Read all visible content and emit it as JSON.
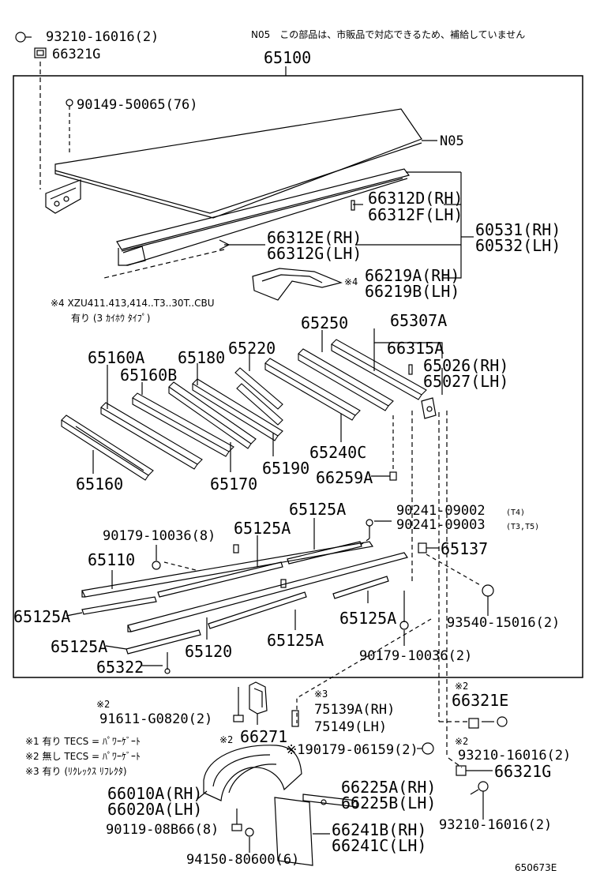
{
  "note_top": "N05　この部品は、市販品で対応できるため、補給していません",
  "note_xzu_1": "※4 XZU411.413,414..T3..30T..CBU",
  "note_xzu_2": "有り (3 ｶｲﾎｳ ﾀｲﾌﾟ)",
  "legend": [
    "※1 有り TECS = ﾊﾟﾜｰｹﾞｰﾄ",
    "※2 無し TECS = ﾊﾟﾜｰｹﾞｰﾄ",
    "※3 有り (ﾘｸﾚｯｸｽ ﾘﾌﾚｸﾀ)"
  ],
  "figure_id": "650673E",
  "parts": {
    "p93210_a": "93210-16016(2)",
    "p66321g_a": "66321G",
    "p65100": "65100",
    "p90149": "90149-50065(76)",
    "n05": "N05",
    "p66312d": "66312D(RH)",
    "p66312f": "66312F(LH)",
    "p60531": "60531(RH)",
    "p60532": "60532(LH)",
    "p66312e": "66312E(RH)",
    "p66312g": "66312G(LH)",
    "p66219a": "66219A(RH)",
    "p66219b": "66219B(LH)",
    "mark4": "※4",
    "p65250": "65250",
    "p65307a": "65307A",
    "p65220": "65220",
    "p66315a": "66315A",
    "p65160a": "65160A",
    "p65180": "65180",
    "p65026": "65026(RH)",
    "p65027": "65027(LH)",
    "p65160b": "65160B",
    "p65240c": "65240C",
    "p65190": "65190",
    "p65160": "65160",
    "p65170": "65170",
    "p66259a": "66259A",
    "p65125a_top": "65125A",
    "p90241_09002": "90241-09002",
    "t4": "(T4)",
    "p90241_09003": "90241-09003",
    "t3t5": "(T3,T5)",
    "p90179_a": "90179-10036(8)",
    "p65125a_2": "65125A",
    "p65137": "65137",
    "p65110": "65110",
    "p65125a_left": "65125A",
    "p65125a_right": "65125A",
    "p93540": "93540-15016(2)",
    "p65125a_mid": "65125A",
    "p65125a_bl": "65125A",
    "p90179_b": "90179-10036(2)",
    "p65120": "65120",
    "p65322": "65322",
    "mark2_a": "※2",
    "p66321e": "66321E",
    "mark3": "※3",
    "mark2_b": "※2",
    "p75139a": "75139A(RH)",
    "p91611": "91611-G0820(2)",
    "p75149": "75149(LH)",
    "mark2_c": "※2",
    "p66271": "66271",
    "mark2_d": "※2",
    "p93210_b": "93210-16016(2)",
    "p190179": "※190179-06159(2)",
    "p66321g_b": "66321G",
    "p66225a": "66225A(RH)",
    "p66010a": "66010A(RH)",
    "p66225b": "66225B(LH)",
    "p66020a": "66020A(LH)",
    "p93210_c": "93210-16016(2)",
    "p90119": "90119-08B66(8)",
    "p66241b": "66241B(RH)",
    "p66241c": "66241C(LH)",
    "p94150": "94150-80600(6)"
  }
}
